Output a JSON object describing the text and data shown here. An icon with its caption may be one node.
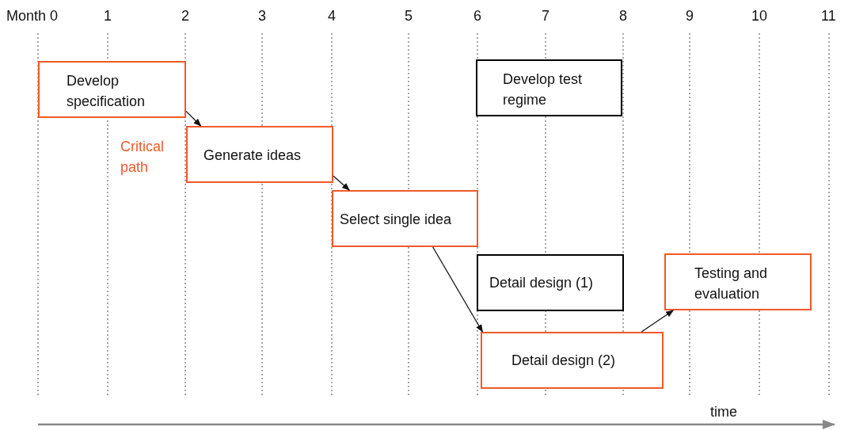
{
  "diagram": {
    "nodes": [
      {
        "text": [
          "Develop specification"
        ]
      },
      {
        "text": [
          "Generate ideas"
        ]
      },
      {
        "text": [
          "Select single idea"
        ]
      },
      {
        "text": [
          "Develop test regime"
        ]
      },
      {
        "text": [
          "Detail design (1)"
        ]
      },
      {
        "text": [
          "Detail design (2)"
        ]
      },
      {
        "text": [
          "Testing and evaluation"
        ]
      }
    ],
    "edges": [
      {
        "from": 0,
        "to": 1,
        "arrow": "to"
      },
      {
        "from": 1,
        "to": 2,
        "arrow": "to"
      },
      {
        "from": 2,
        "to": 5,
        "arrow": "to"
      },
      {
        "from": 5,
        "to": 6,
        "arrow": "to"
      }
    ],
    "labels": [
      "Month 0",
      "1",
      "2",
      "3",
      "4",
      "5",
      "6",
      "7",
      "8",
      "9",
      "10",
      "11",
      "Critical path",
      "time"
    ]
  }
}
